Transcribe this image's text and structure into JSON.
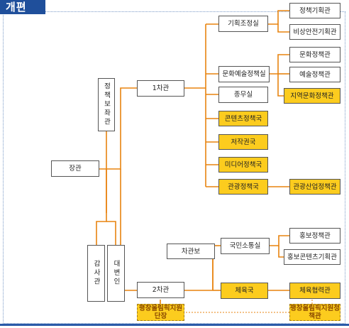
{
  "header": {
    "title": "개편"
  },
  "nodes": {
    "minister": "장관",
    "policy_advisor": "정책보좌관",
    "auditor": "감사관",
    "spokesperson": "대변인",
    "vice1": "1차관",
    "vice2": "2차관",
    "vice_assistant": "차관보",
    "planning": "기획조정실",
    "culture_arts": "문화예술정책실",
    "general_affairs": "종무실",
    "content_policy": "콘텐츠정책국",
    "copyright": "저작권국",
    "media_policy": "미디어정책국",
    "tourism_policy": "관광정책국",
    "communication": "국민소통실",
    "sports": "체육국",
    "pyeongchang_team": "평창올림픽지원단장",
    "policy_planning_officer": "정책기획관",
    "emergency_planning": "비상안전기획관",
    "culture_policy_officer": "문화정책관",
    "arts_policy_officer": "예술정책관",
    "regional_culture": "지역문화정책관",
    "tourism_industry": "관광산업정책관",
    "pr_policy": "홍보정책관",
    "pr_content": "홍보콘텐츠기획관",
    "sports_cooperation": "체육협력관",
    "pyeongchang_policy": "평창올림픽지원정책관"
  },
  "colors": {
    "highlight": "#fccc1e",
    "header": "#1f4f9b"
  }
}
